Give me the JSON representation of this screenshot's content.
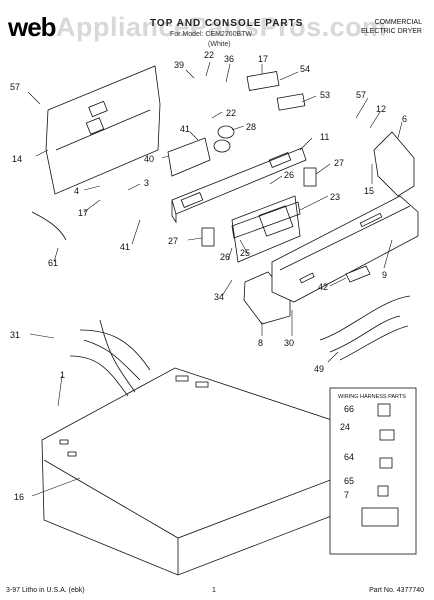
{
  "header": {
    "logo": "web",
    "watermark": "AppliancePartsPros.com",
    "title": "TOP AND CONSOLE PARTS",
    "model_line": "For Model: CEM2760BTW",
    "code_line": "(White)",
    "corner_line1": "COMMERCIAL",
    "corner_line2": "ELECTRIC DRYER"
  },
  "harness_box": {
    "title": "WIRING HARNESS PARTS"
  },
  "callouts": [
    "57",
    "14",
    "39",
    "22",
    "36",
    "17",
    "54",
    "53",
    "22",
    "41",
    "28",
    "40",
    "11",
    "27",
    "26",
    "4",
    "3",
    "17",
    "41",
    "23",
    "25",
    "26",
    "27",
    "61",
    "34",
    "42",
    "9",
    "57",
    "12",
    "6",
    "15",
    "8",
    "30",
    "31",
    "49",
    "66",
    "24",
    "64",
    "65",
    "7",
    "1",
    "16"
  ],
  "footer": {
    "left": "3-97 Litho in U.S.A. (ebk)",
    "center": "1",
    "right": "Part No. 4377740"
  }
}
